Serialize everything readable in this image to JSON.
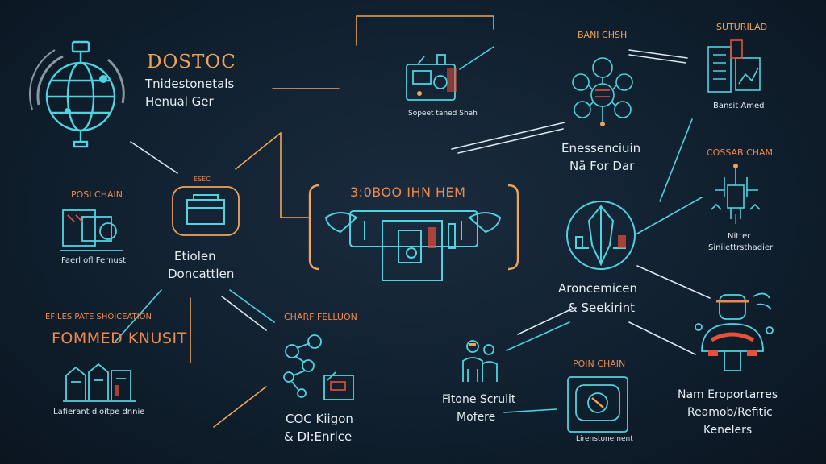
{
  "colors": {
    "background": "#0f1a27",
    "cyan": "#4fd3e0",
    "orange": "#f0a45a",
    "orange_deep": "#f08a4b",
    "red": "#e8503a",
    "text": "#e8eef3"
  },
  "nodes": {
    "globe": {
      "title": "DOSTOC",
      "line1": "Tnidestonetals",
      "line2": "Henual Ger",
      "icon": "globe-icon"
    },
    "top_machine": {
      "caption": "Sopeet taned Shah",
      "icon": "machine-icon"
    },
    "top_right_cluster": {
      "title": "BANI CHSH",
      "line1": "Enessenciuin",
      "line2": "Nä For Dar",
      "icon": "network-cluster-icon"
    },
    "top_right_docs": {
      "title": "SUTURILAD",
      "caption": "Bansit Amed",
      "icon": "documents-icon"
    },
    "left_chain": {
      "title": "POSI CHAIN",
      "caption": "Faerl ofl Fernust",
      "icon": "monitor-icon"
    },
    "center_left": {
      "badge": "ESEC",
      "line1": "Etiolen",
      "line2": "Doncattlen",
      "icon": "window-icon"
    },
    "center": {
      "title": "3:0BOO IHN HEM",
      "icon": "factory-icon"
    },
    "right_cossab": {
      "title": "COSSAB CHAM",
      "line1": "Nitter",
      "line2": "Sinilettrsthadier",
      "icon": "circuit-icon"
    },
    "right_shield": {
      "line1": "Aroncemicen",
      "line2": "& Seekirint",
      "icon": "shield-icon"
    },
    "left_bottom": {
      "subtitle": "EFILES PATE SHOICEATION",
      "title": "FOMMED KNUSIT",
      "caption": "Lafierant dioitpe dnnie",
      "icon": "buildings-icon"
    },
    "bottom_center": {
      "title": "CHARF FELLUON",
      "line1": "COC Kiigon",
      "line2": "& DI:Enrice",
      "icon": "molecule-icon"
    },
    "bottom_people": {
      "line1": "Fitone Scrulit",
      "line2": "Mofere",
      "icon": "people-icon"
    },
    "bottom_chain": {
      "title": "POIN CHAIN",
      "caption": "Lirenstonement",
      "icon": "device-icon"
    },
    "bottom_right": {
      "line1": "Nam Eroportarres",
      "line2": "Reamob/Refitic",
      "line3": "Kenelers",
      "icon": "robot-icon"
    }
  }
}
